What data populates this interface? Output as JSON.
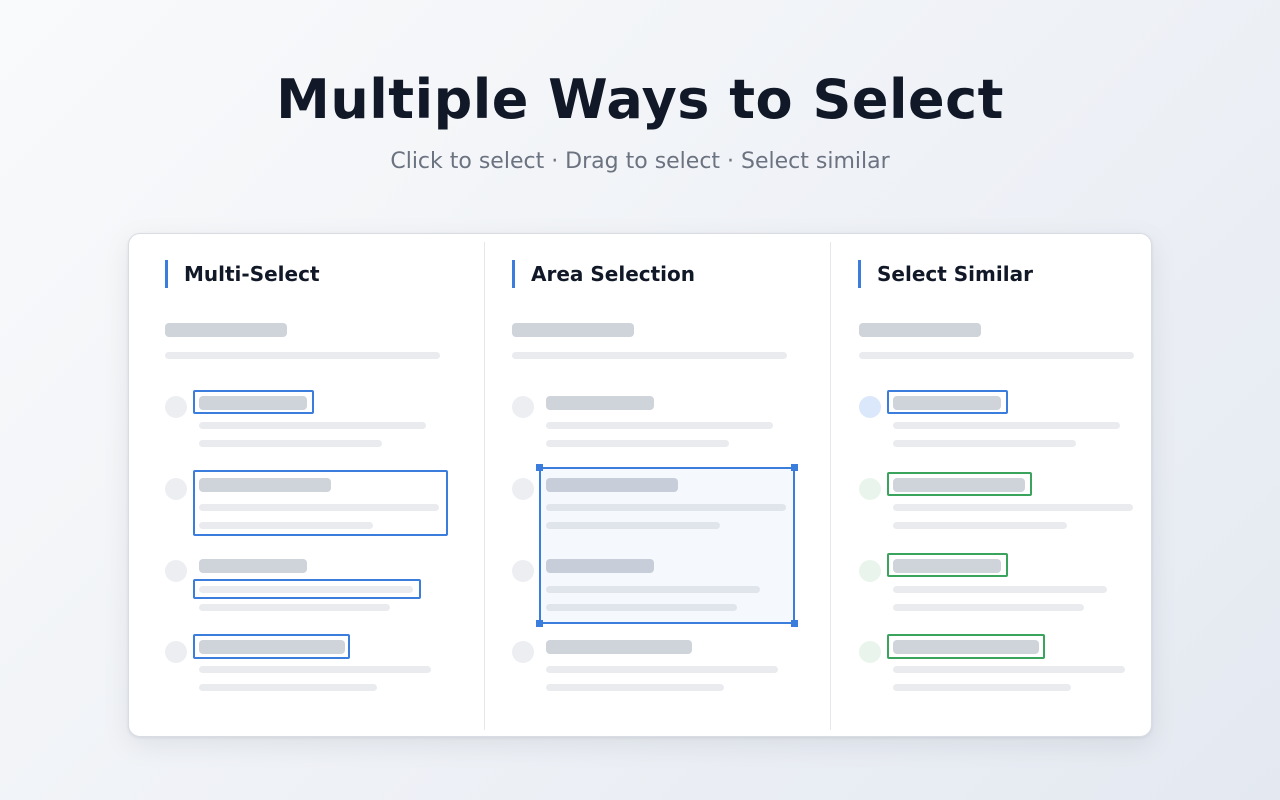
{
  "hero": {
    "title": "Multiple Ways to Select",
    "subtitle": "Click to select · Drag to select · Select similar"
  },
  "panels": [
    {
      "id": "multi-select",
      "title": "Multi-Select"
    },
    {
      "id": "area-selection",
      "title": "Area Selection"
    },
    {
      "id": "select-similar",
      "title": "Select Similar"
    }
  ],
  "colors": {
    "accent": "#3b7ddd",
    "similar_highlight": "#3aa45d",
    "title_text": "#111827",
    "subtitle_text": "#6b7280",
    "placeholder_title": "#cfd3da",
    "placeholder_line": "#e9ebee"
  }
}
